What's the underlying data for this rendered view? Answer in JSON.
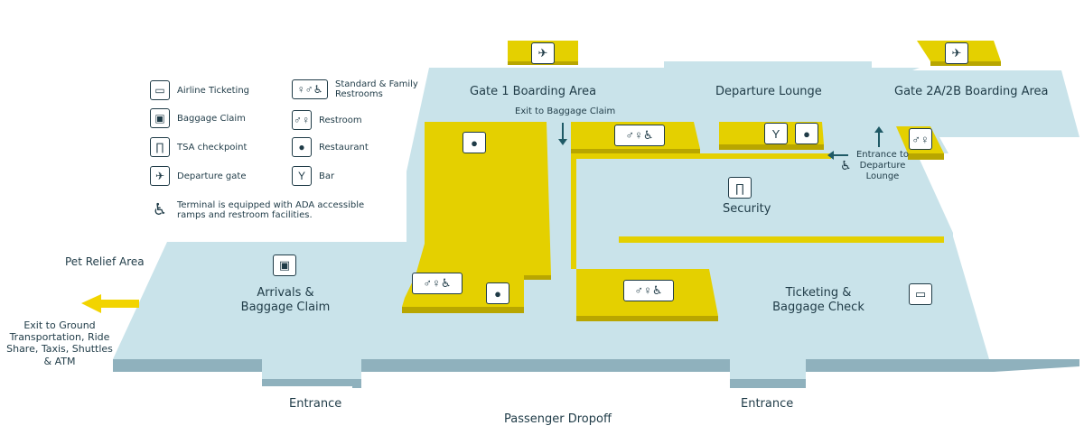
{
  "colors": {
    "floor": "#c9e3ea",
    "floor_side": "#8fb1bd",
    "yellow": "#e4d000",
    "yellow_side": "#b8a600",
    "text": "#1f3b47",
    "arrow": "#f2d400"
  },
  "legend": {
    "items": [
      {
        "icon": "ticket-icon",
        "glyph": "🎫",
        "label": "Airline Ticketing"
      },
      {
        "icon": "baggage-icon",
        "glyph": "🧳",
        "label": "Baggage Claim"
      },
      {
        "icon": "tsa-icon",
        "glyph": "⊓",
        "label": "TSA checkpoint"
      },
      {
        "icon": "plane-icon",
        "glyph": "✈",
        "label": "Departure gate"
      },
      {
        "icon": "family-restroom-icon",
        "glyph": "👪",
        "label": "Standard & Family Restrooms"
      },
      {
        "icon": "restroom-icon",
        "glyph": "🚻",
        "label": "Restroom"
      },
      {
        "icon": "restaurant-icon",
        "glyph": "🍽",
        "label": "Restaurant"
      },
      {
        "icon": "bar-icon",
        "glyph": "🍸",
        "label": "Bar"
      }
    ],
    "ada_note": "Terminal is equipped with ADA accessible ramps and restroom facilities."
  },
  "areas": {
    "gate1": "Gate 1 Boarding Area",
    "departure_lounge": "Departure Lounge",
    "gate2": "Gate 2A/2B Boarding Area",
    "security": "Security",
    "arrivals": "Arrivals & Baggage Claim",
    "ticketing": "Ticketing & Baggage Check",
    "pet_relief": "Pet Relief Area",
    "exit_ground": "Exit to Ground Transportation, Ride Share, Taxis, Shuttles & ATM",
    "exit_baggage": "Exit to Baggage Claim",
    "entrance_departure": "Entrance to Departure Lounge",
    "entrance_left": "Entrance",
    "entrance_right": "Entrance",
    "dropoff": "Passenger Dropoff"
  }
}
